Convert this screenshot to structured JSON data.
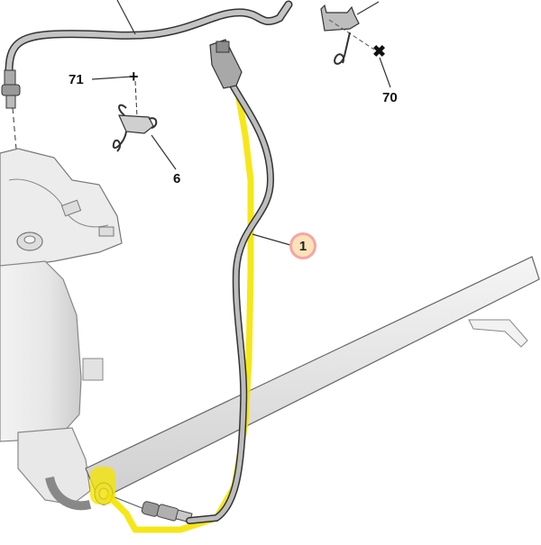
{
  "diagram": {
    "type": "exploded parts diagram",
    "subject": "exhaust oxygen sensor wiring and catalytic converter",
    "callouts": [
      {
        "id": "71",
        "label": "71",
        "part": "fastener (plus-shaped screw)"
      },
      {
        "id": "6",
        "label": "6",
        "part": "wire clip bracket"
      },
      {
        "id": "70",
        "label": "70",
        "part": "fastener (x-shaped screw)"
      },
      {
        "id": "1",
        "label": "1",
        "part": "downstream oxygen sensor cable",
        "highlighted": true
      }
    ],
    "highlight": {
      "color": "#f5e400",
      "badge_fill": "#fbe2b8",
      "badge_border": "#f6a5a5",
      "description": "yellow trace along sensor cable from connector down to sensor on exhaust pipe"
    },
    "colors": {
      "background": "#ffffff",
      "part_fill": "#e4e4e4",
      "cable_fill": "#b8b8b8",
      "outline": "#333333"
    }
  }
}
